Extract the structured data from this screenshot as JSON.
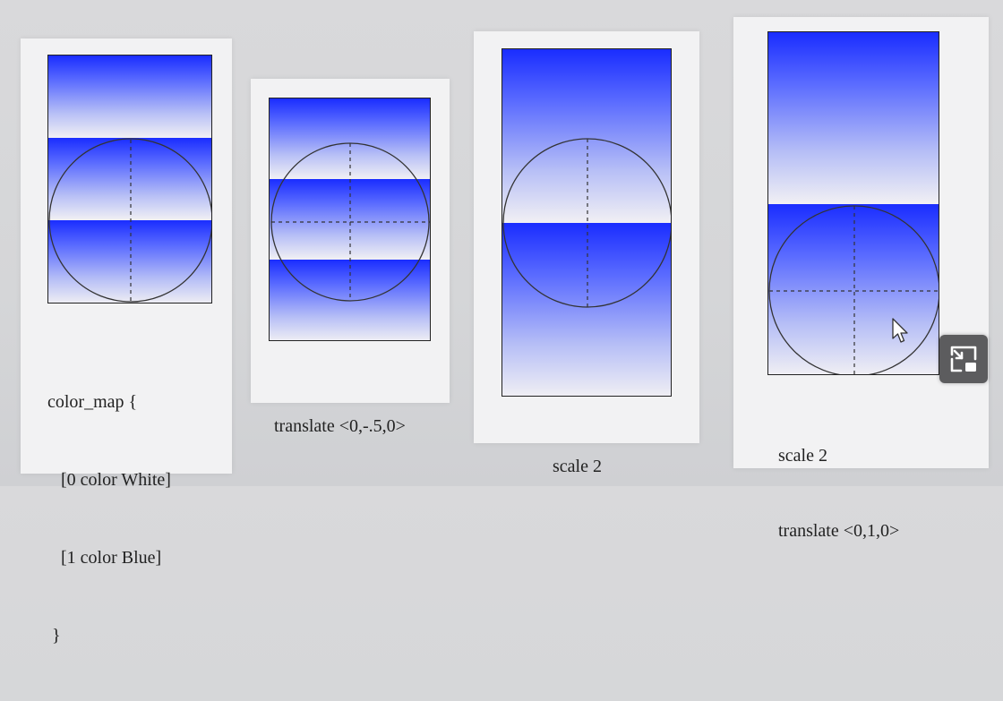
{
  "panels": [
    {
      "code_lines": [
        "color_map {",
        "   [0 color White]",
        "   [1 color Blue]",
        " }"
      ]
    },
    {
      "caption_lines": [
        "translate <0,-.5,0>"
      ]
    },
    {
      "caption_lines": [
        "scale 2"
      ]
    },
    {
      "caption_lines": [
        "scale 2",
        "translate <0,1,0>"
      ]
    }
  ],
  "controls": {
    "pip_icon": "picture-in-picture-icon",
    "cursor_icon": "mouse-pointer-icon"
  },
  "colors": {
    "gradient_top": "#1a2dff",
    "gradient_bottom": "#f1f0f4",
    "card_background": "#f2f2f3"
  }
}
